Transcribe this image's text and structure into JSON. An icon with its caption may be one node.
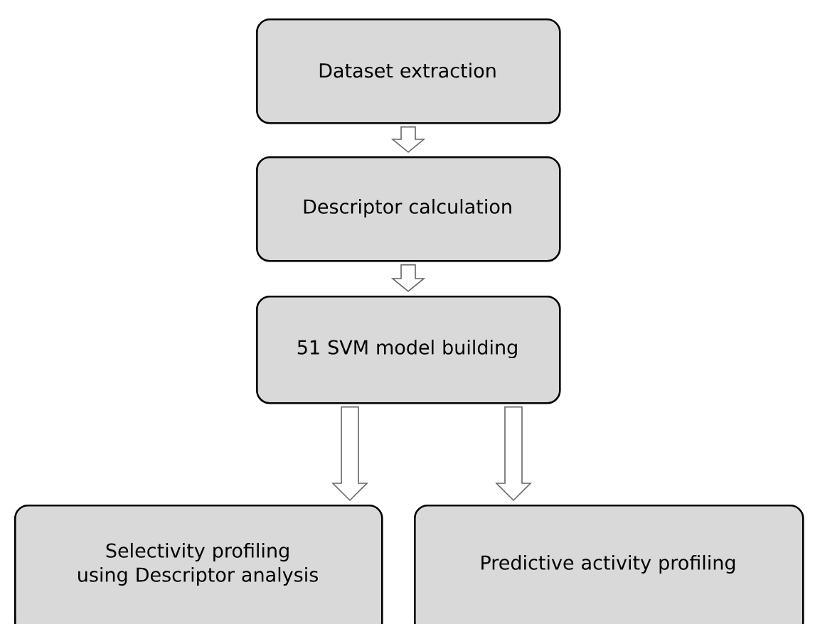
{
  "diagram": {
    "nodes": [
      {
        "text": [
          "Dataset extraction"
        ]
      },
      {
        "text": [
          "Descriptor calculation"
        ]
      },
      {
        "text": [
          "51 SVM model building"
        ]
      },
      {
        "text": [
          "Selectivity profiling using Descriptor analysis"
        ]
      },
      {
        "text": [
          "Predictive activity profiling"
        ]
      }
    ],
    "edges": [
      {
        "from": 0,
        "to": 1,
        "arrow": "to"
      },
      {
        "from": 1,
        "to": 2,
        "arrow": "to"
      },
      {
        "from": 2,
        "to": 3,
        "arrow": "to"
      },
      {
        "from": 2,
        "to": 4,
        "arrow": "to"
      }
    ]
  }
}
